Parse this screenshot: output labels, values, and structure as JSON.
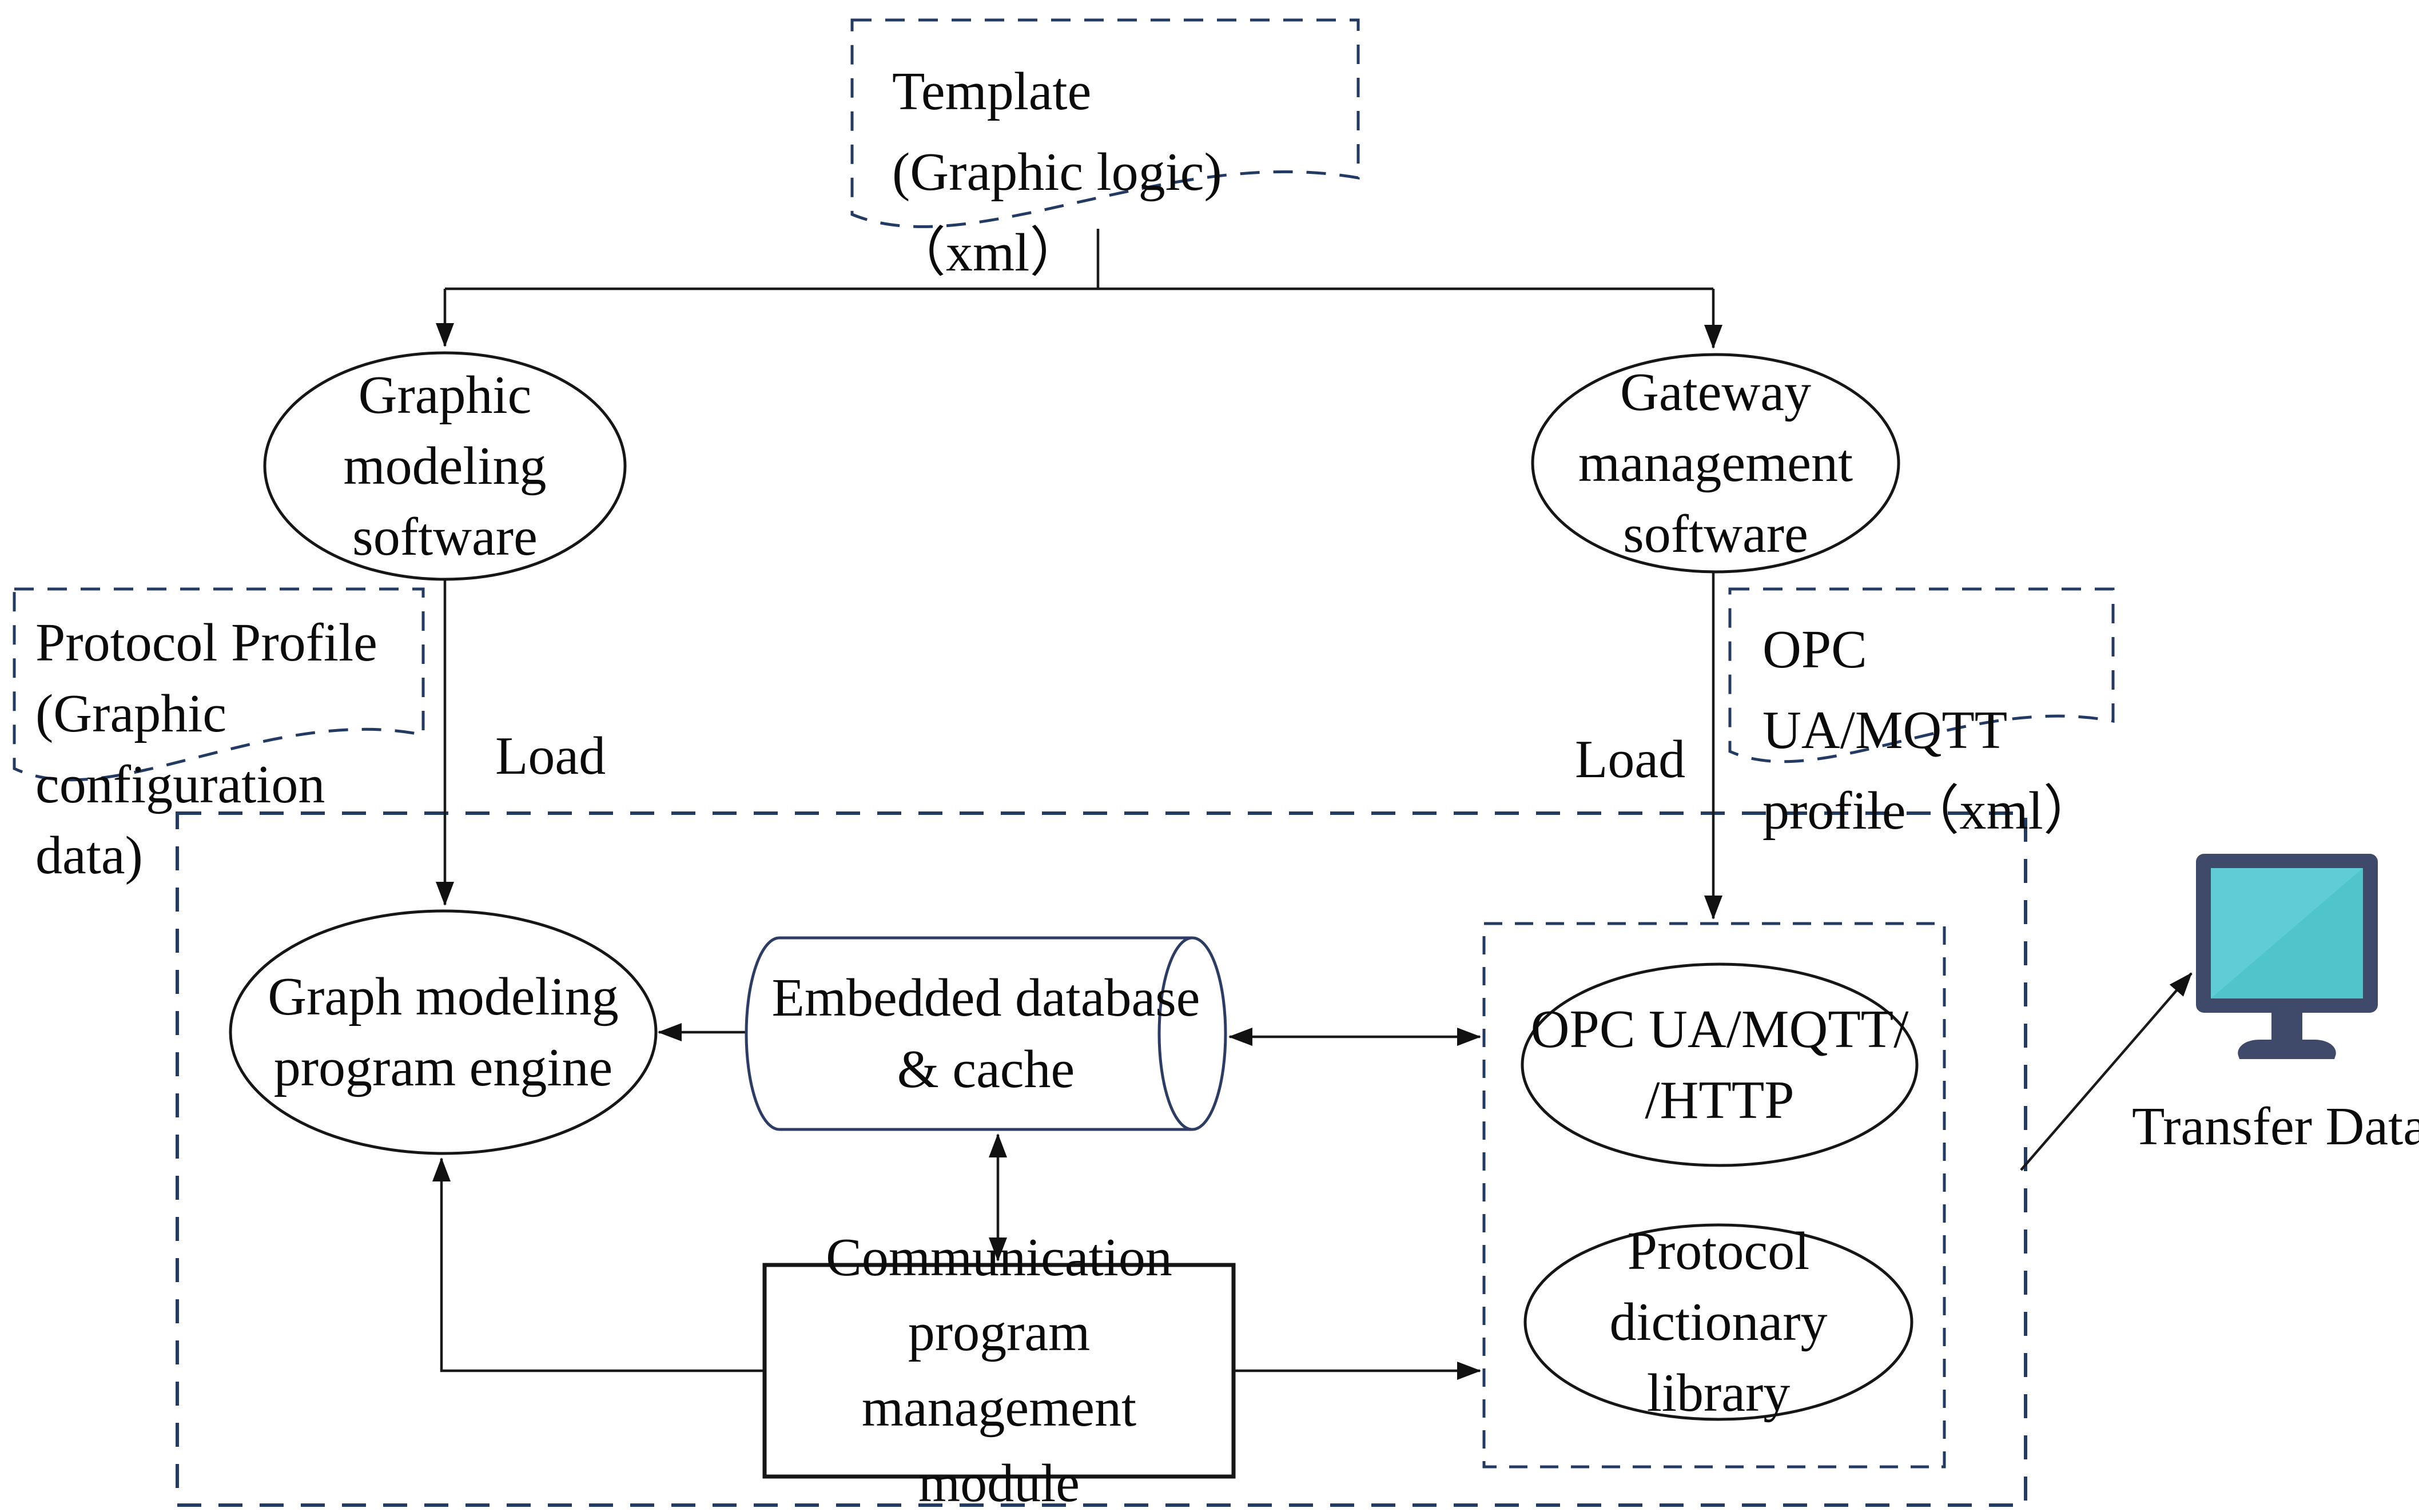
{
  "diagram": {
    "kind": "software-architecture-flowchart",
    "nodes": {
      "template_doc": {
        "shape": "document",
        "label": "Template\n(Graphic logic)（xml）"
      },
      "protocol_profile_doc": {
        "shape": "document",
        "label": "Protocol Profile\n(Graphic\nconfiguration data)"
      },
      "opc_profile_doc": {
        "shape": "document",
        "label": "OPC UA/MQTT\nprofile（xml）"
      },
      "graphic_modeling_software": {
        "shape": "ellipse",
        "label": "Graphic\nmodeling\nsoftware"
      },
      "gateway_management_software": {
        "shape": "ellipse",
        "label": "Gateway\nmanagement\nsoftware"
      },
      "graph_modeling_engine": {
        "shape": "ellipse",
        "label": "Graph modeling\nprogram engine"
      },
      "embedded_database": {
        "shape": "cylinder",
        "label": "Embedded database\n& cache"
      },
      "opc_ua_mqtt_http": {
        "shape": "ellipse",
        "label": "OPC UA/MQTT/\n/HTTP"
      },
      "protocol_dictionary": {
        "shape": "ellipse",
        "label": "Protocol dictionary\nlibrary"
      },
      "communication_module": {
        "shape": "rectangle",
        "label": "Communication\nprogram management\nmodule"
      }
    },
    "edge_labels": {
      "load_left": "Load",
      "load_right": "Load",
      "transfer_data": "Transfer Data"
    },
    "icons": {
      "monitor": "monitor-icon"
    },
    "colors": {
      "dashed_border": "#233a63",
      "solid_stroke": "#161616",
      "cylinder_stroke": "#2d3c64",
      "text": "#0b0b0b",
      "monitor_frame": "#3f4a6b",
      "monitor_screen": "#4fc4cb",
      "monitor_screen_highlight": "#5fcdd3",
      "background": "#ffffff"
    }
  }
}
